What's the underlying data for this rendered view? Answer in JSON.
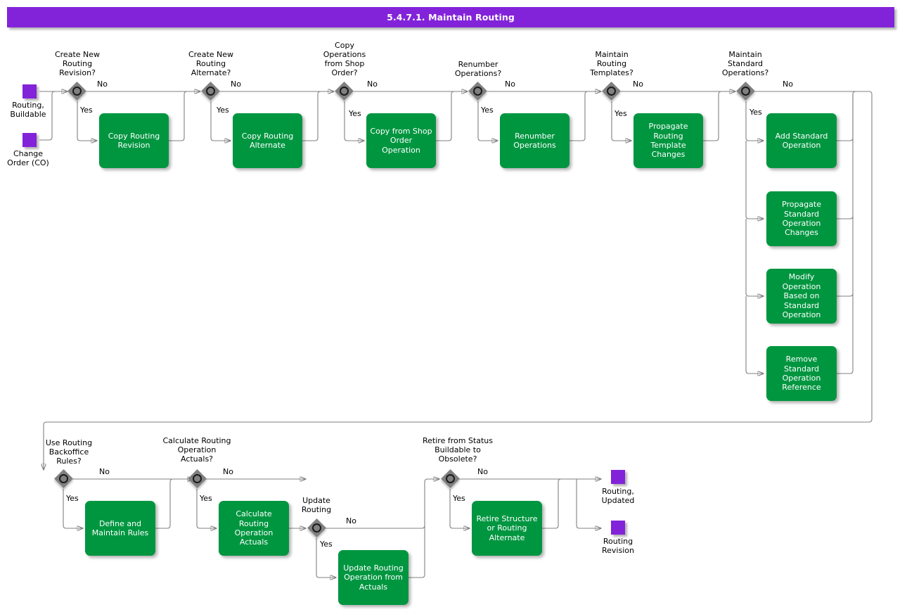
{
  "header": {
    "title": "5.4.7.1. Maintain Routing"
  },
  "colors": {
    "task_green": "#009640",
    "terminal_purple": "#8223d9",
    "gateway_gray": "#808080",
    "connector_gray": "#808080",
    "title_bar": "#8223d9"
  },
  "edge_labels": {
    "yes": "Yes",
    "no": "No"
  },
  "terminals": [
    {
      "id": "routing-buildable",
      "label": "Routing,\nBuildable"
    },
    {
      "id": "change-order-co",
      "label": "Change\nOrder (CO)"
    },
    {
      "id": "routing-updated",
      "label": "Routing,\nUpdated"
    },
    {
      "id": "routing-revision",
      "label": "Routing\nRevision"
    }
  ],
  "gateways": [
    {
      "id": "create-new-routing-revision",
      "label": "Create New\nRouting\nRevision?"
    },
    {
      "id": "create-new-routing-alternate",
      "label": "Create New\nRouting\nAlternate?"
    },
    {
      "id": "copy-operations-from-shop-order",
      "label": "Copy\nOperations\nfrom Shop\nOrder?"
    },
    {
      "id": "renumber-operations",
      "label": "Renumber\nOperations?"
    },
    {
      "id": "maintain-routing-templates",
      "label": "Maintain\nRouting\nTemplates?"
    },
    {
      "id": "maintain-standard-operations",
      "label": "Maintain\nStandard\nOperations?"
    },
    {
      "id": "use-routing-backoffice-rules",
      "label": "Use Routing\nBackoffice\nRules?"
    },
    {
      "id": "calculate-routing-operation-actuals",
      "label": "Calculate Routing\nOperation\nActuals?"
    },
    {
      "id": "update-routing",
      "label": "Update\nRouting"
    },
    {
      "id": "retire-from-status-buildable-to-obsolete",
      "label": "Retire from Status\nBuildable to\nObsolete?"
    }
  ],
  "tasks": [
    {
      "id": "copy-routing-revision",
      "label": "Copy Routing\nRevision"
    },
    {
      "id": "copy-routing-alternate",
      "label": "Copy Routing\nAlternate"
    },
    {
      "id": "copy-from-shop-order-operation",
      "label": "Copy from Shop\nOrder Operation"
    },
    {
      "id": "renumber-operations",
      "label": "Renumber\nOperations"
    },
    {
      "id": "propagate-routing-template-changes",
      "label": "Propagate\nRouting\nTemplate\nChanges"
    },
    {
      "id": "add-standard-operation",
      "label": "Add Standard\nOperation"
    },
    {
      "id": "propagate-standard-operation-changes",
      "label": "Propagate\nStandard\nOperation\nChanges"
    },
    {
      "id": "modify-operation-based-on-standard-operation",
      "label": "Modify\nOperation Based\non Standard\nOperation"
    },
    {
      "id": "remove-standard-operation-reference",
      "label": "Remove\nStandard\nOperation\nReference"
    },
    {
      "id": "define-and-maintain-rules",
      "label": "Define and\nMaintain Rules"
    },
    {
      "id": "calculate-routing-operation-actuals",
      "label": "Calculate\nRouting\nOperation\nActuals"
    },
    {
      "id": "update-routing-operation-from-actuals",
      "label": "Update Routing\nOperation from\nActuals"
    },
    {
      "id": "retire-structure-or-routing-alternate",
      "label": "Retire Structure\nor Routing\nAlternate"
    }
  ]
}
